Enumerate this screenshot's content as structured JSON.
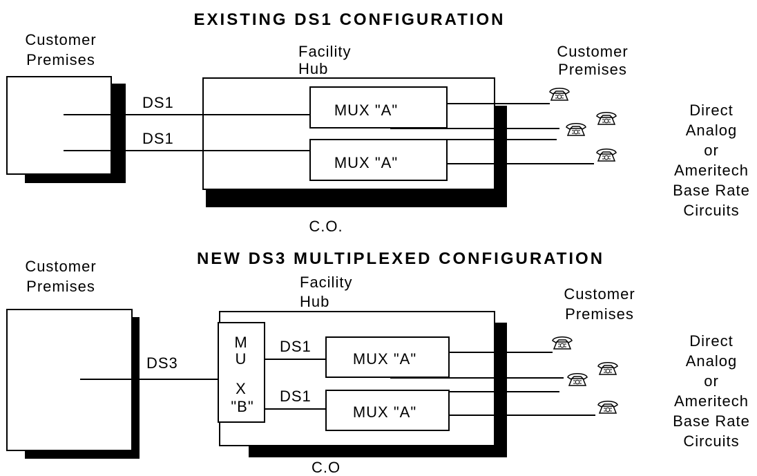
{
  "top": {
    "title": "EXISTING DS1 CONFIGURATION",
    "left_premises": [
      "Customer",
      "Premises"
    ],
    "facility_hub": [
      "Facility",
      "Hub"
    ],
    "right_premises": [
      "Customer",
      "Premises"
    ],
    "ds1_label_1": "DS1",
    "ds1_label_2": "DS1",
    "mux_1": "MUX \"A\"",
    "mux_2": "MUX \"A\"",
    "central_office": "C.O.",
    "circuits": [
      "Direct",
      "Analog",
      "or",
      "Ameritech",
      "Base Rate",
      "Circuits"
    ]
  },
  "bottom": {
    "title": "NEW DS3 MULTIPLEXED CONFIGURATION",
    "left_premises": [
      "Customer",
      "Premises"
    ],
    "facility_hub": [
      "Facility",
      "Hub"
    ],
    "right_premises": [
      "Customer",
      "Premises"
    ],
    "ds3_label": "DS3",
    "mux_b_letters": [
      "M",
      "U",
      "X",
      "\"B\""
    ],
    "ds1_label_1": "DS1",
    "ds1_label_2": "DS1",
    "mux_1": "MUX \"A\"",
    "mux_2": "MUX \"A\"",
    "central_office": "C.O",
    "circuits": [
      "Direct",
      "Analog",
      "or",
      "Ameritech",
      "Base Rate",
      "Circuits"
    ]
  },
  "icons": {
    "telephone": "telephone-icon"
  }
}
